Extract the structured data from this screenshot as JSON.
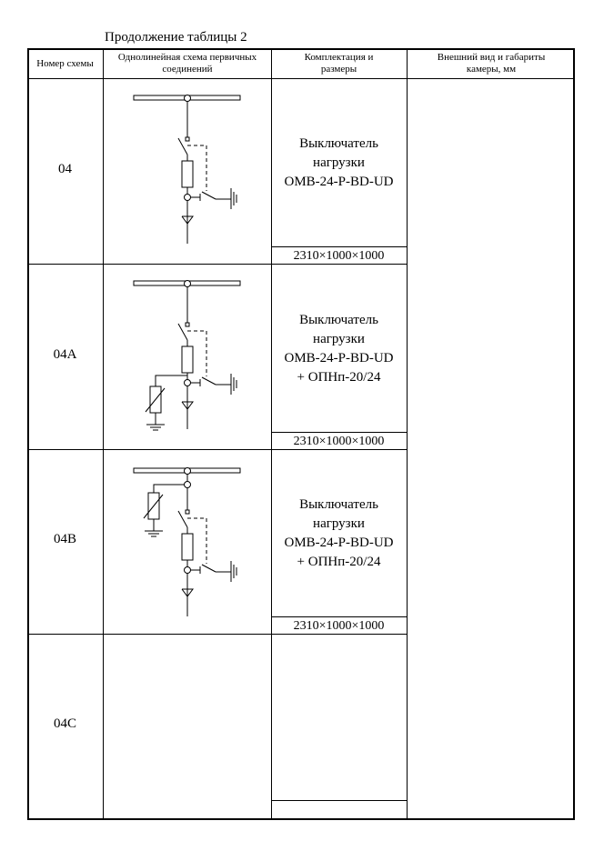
{
  "caption": "Продолжение таблицы 2",
  "headers": [
    "Номер схемы",
    "Однолинейная схема первичных соединений",
    "Комплектация и размеры",
    "Внешний вид и габариты камеры, мм"
  ],
  "rows": [
    {
      "number": "04",
      "equipment": [
        "Выключатель",
        "нагрузки",
        "OMB-24-P-BD-UD"
      ],
      "dimensions": "2310×1000×1000",
      "scheme": "load-break-switch-fuse-earthing"
    },
    {
      "number": "04A",
      "equipment": [
        "Выключатель",
        "нагрузки",
        "OMB-24-P-BD-UD",
        "+ ОПНп-20/24"
      ],
      "dimensions": "2310×1000×1000",
      "scheme": "load-break-switch-fuse-earthing-surge-arrester-below"
    },
    {
      "number": "04B",
      "equipment": [
        "Выключатель",
        "нагрузки",
        "OMB-24-P-BD-UD",
        "+ ОПНп-20/24"
      ],
      "dimensions": "2310×1000×1000",
      "scheme": "load-break-switch-fuse-earthing-surge-arrester-above"
    },
    {
      "number": "04C",
      "equipment": [],
      "dimensions": "",
      "scheme": ""
    }
  ]
}
